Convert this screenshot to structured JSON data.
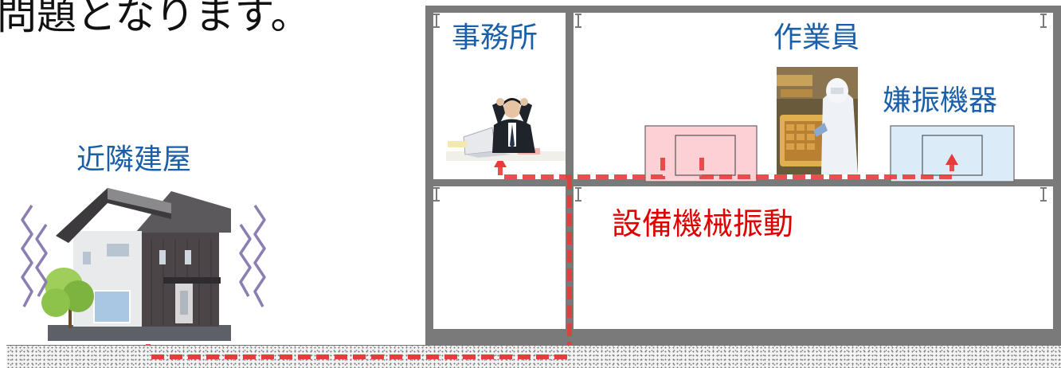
{
  "header_text": "問題となります。",
  "labels": {
    "office": "事務所",
    "workers": "作業員",
    "sensitive_equipment": "嫌振機器",
    "neighbor_building": "近隣建屋",
    "equipment_vibration": "設備機械振動"
  },
  "colors": {
    "label_blue": "#1a5fa8",
    "label_red": "#e00000",
    "vibration_path": "#e83c3c",
    "building_frame": "#7a7a7a",
    "source_box_fill": "#fcd0d4",
    "sensitive_box_fill": "#dcebf8",
    "vibration_wave": "#8a7fb0"
  }
}
